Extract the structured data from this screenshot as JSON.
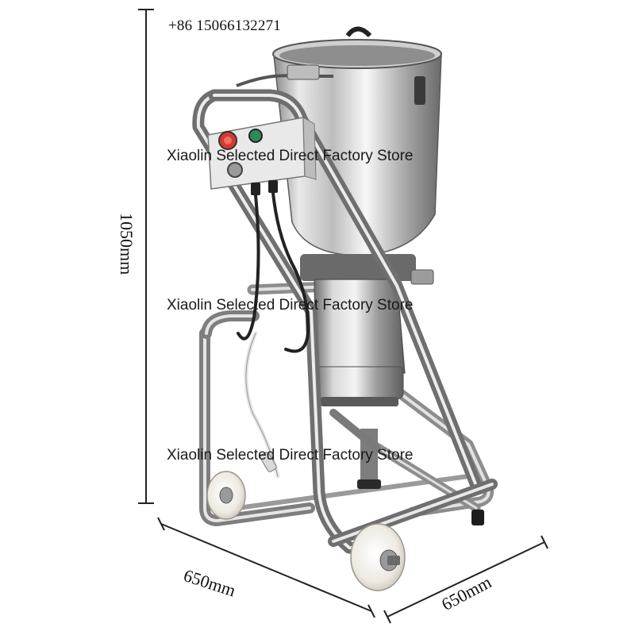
{
  "phone": "+86 15066132271",
  "watermarks": [
    "Xiaolin Selected Direct Factory Store",
    "Xiaolin Selected Direct Factory Store",
    "Xiaolin Selected Direct Factory Store"
  ],
  "dimensions": {
    "height": "1050mm",
    "width_left": "650mm",
    "width_right": "650mm"
  },
  "colors": {
    "steel_light": "#e6e6e6",
    "steel_mid": "#b8b8b8",
    "steel_dark": "#6f6f6f",
    "wheel": "#f2f0ea",
    "cable": "#222222",
    "stop_button": "#d43a2f",
    "start_button": "#2e8b57"
  }
}
